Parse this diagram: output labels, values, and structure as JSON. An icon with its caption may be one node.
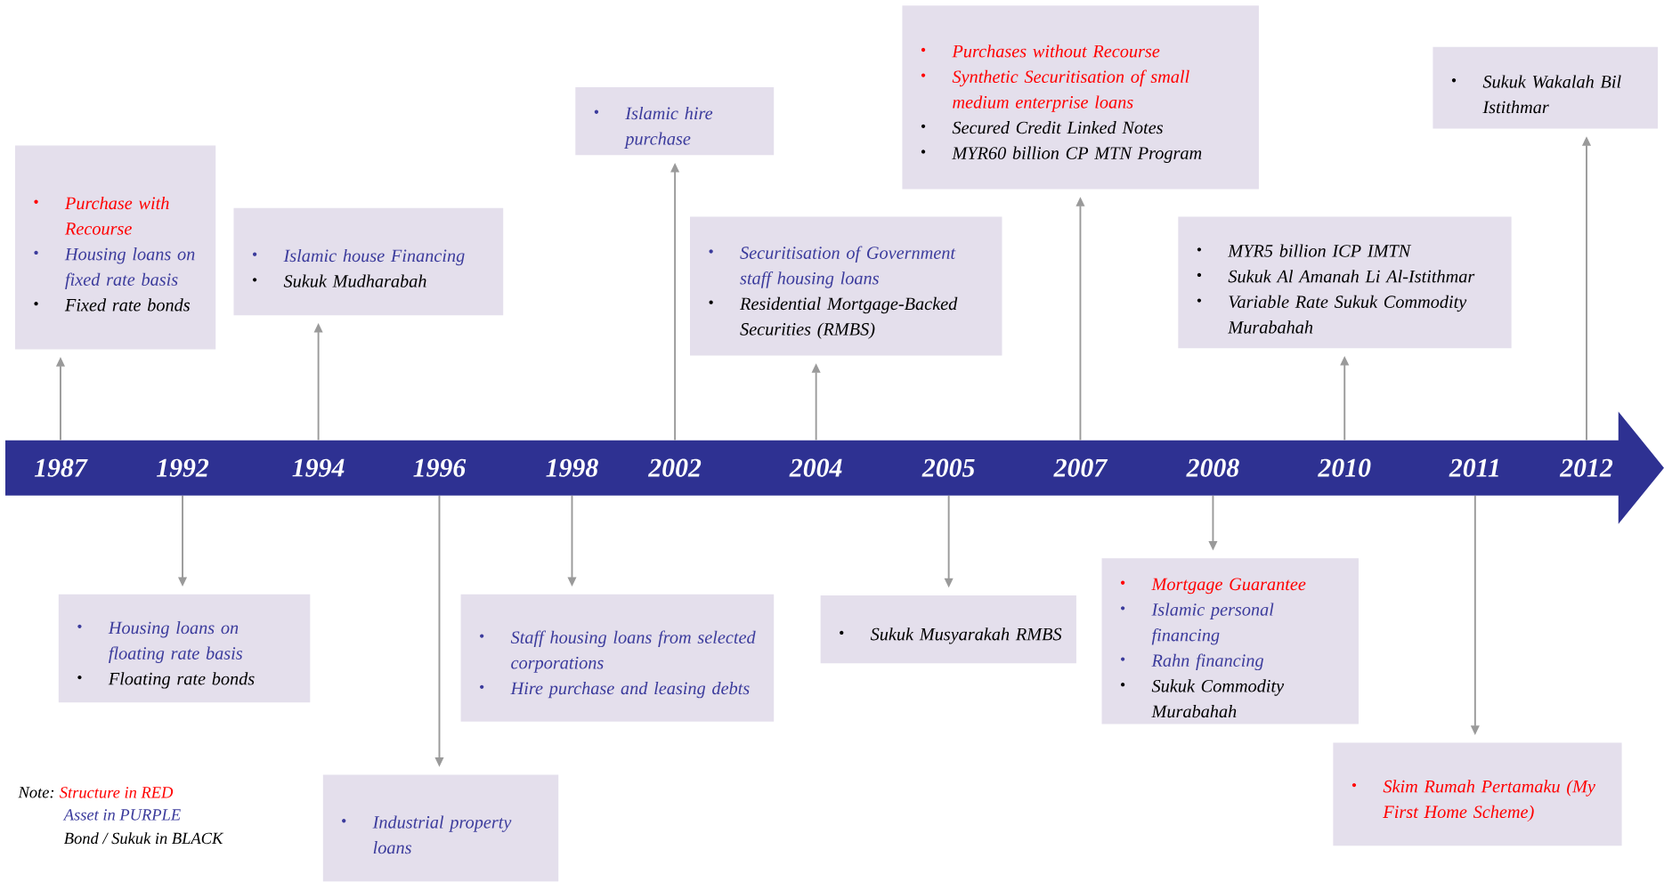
{
  "diagram": {
    "nodes": [
      {
        "text": [],
        "shape": "arrow"
      },
      {
        "text": [
          "1987"
        ],
        "in": 0
      },
      {
        "text": [
          "1992"
        ],
        "in": 0
      },
      {
        "text": [
          "1994"
        ],
        "in": 0
      },
      {
        "text": [
          "1996"
        ],
        "in": 0
      },
      {
        "text": [
          "1998"
        ],
        "in": 0
      },
      {
        "text": [
          "2002"
        ],
        "in": 0
      },
      {
        "text": [
          "2004"
        ],
        "in": 0
      },
      {
        "text": [
          "2005"
        ],
        "in": 0
      },
      {
        "text": [
          "2007"
        ],
        "in": 0
      },
      {
        "text": [
          "2008"
        ],
        "in": 0
      },
      {
        "text": [
          "2010"
        ],
        "in": 0
      },
      {
        "text": [
          "2011"
        ],
        "in": 0
      },
      {
        "text": [
          "2012"
        ],
        "in": 0
      },
      {
        "text": [
          "Purchase with Recourse",
          "Housing loans on fixed rate basis",
          "Fixed rate bonds"
        ]
      },
      {
        "text": [
          "Housing loans on floating rate basis",
          "Floating rate bonds"
        ]
      },
      {
        "text": [
          "Islamic house Financing",
          "Sukuk Mudharabah"
        ]
      },
      {
        "text": [
          "Industrial property loans"
        ]
      },
      {
        "text": [
          "Staff housing loans from selected corporations",
          "Hire purchase and leasing debts"
        ]
      },
      {
        "text": [
          "Islamic hire purchase"
        ]
      },
      {
        "text": [
          "Securitisation of Government staff housing loans",
          "Residential Mortgage-Backed Securities (RMBS)"
        ]
      },
      {
        "text": [
          "Sukuk Musyarakah RMBS"
        ]
      },
      {
        "text": [
          "Purchases without Recourse",
          "Synthetic Securitisation of small medium enterprise loans",
          "Secured Credit Linked Notes",
          "MYR60 billion CP MTN Program"
        ]
      },
      {
        "text": [
          "Mortgage Guarantee",
          "Islamic personal financing",
          "Rahn financing",
          "Sukuk Commodity Murabahah"
        ]
      },
      {
        "text": [
          "MYR5 billion ICP IMTN",
          "Sukuk Al Amanah Li Al-Istithmar",
          "Variable Rate Sukuk Commodity Murabahah"
        ]
      },
      {
        "text": [
          "Skim Rumah Pertamaku (My First Home Scheme)"
        ]
      },
      {
        "text": [
          "Sukuk Wakalah Bil Istithmar"
        ]
      }
    ],
    "edges": [
      {
        "from": 1,
        "to": 14,
        "arrow": "to"
      },
      {
        "from": 2,
        "to": 15,
        "arrow": "to"
      },
      {
        "from": 3,
        "to": 16,
        "arrow": "to"
      },
      {
        "from": 4,
        "to": 17,
        "arrow": "to"
      },
      {
        "from": 5,
        "to": 18,
        "arrow": "to"
      },
      {
        "from": 6,
        "to": 19,
        "arrow": "to"
      },
      {
        "from": 7,
        "to": 20,
        "arrow": "to"
      },
      {
        "from": 8,
        "to": 21,
        "arrow": "to"
      },
      {
        "from": 9,
        "to": 22,
        "arrow": "to"
      },
      {
        "from": 10,
        "to": 23,
        "arrow": "to"
      },
      {
        "from": 11,
        "to": 24,
        "arrow": "to"
      },
      {
        "from": 12,
        "to": 25,
        "arrow": "to"
      },
      {
        "from": 13,
        "to": 26,
        "arrow": "to"
      }
    ],
    "labels": [
      "Note:",
      "Structure in RED",
      "Asset in PURPLE",
      "Bond / Sukuk in BLACK"
    ]
  }
}
